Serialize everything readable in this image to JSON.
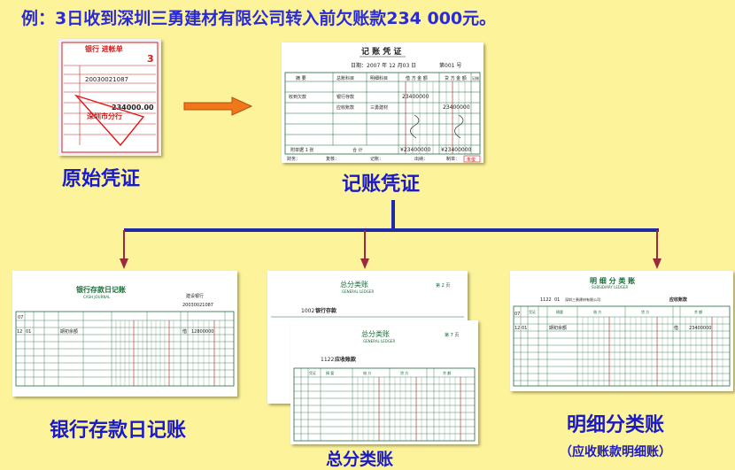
{
  "heading": "例：3日收到深圳三勇建材有限公司转入前欠账款234 000元。",
  "captions": {
    "original_voucher": "原始凭证",
    "accounting_voucher": "记账凭证",
    "bank_journal": "银行存款日记账",
    "general_ledger": "总分类账",
    "subsidiary_ledger": "明细分类账",
    "subsidiary_note": "（应收账款明细账）"
  },
  "original_doc": {
    "title": "银行 进帐单",
    "number": "3",
    "account_no": "20030021087",
    "amount": "234000.00",
    "stamp": "深圳市分行"
  },
  "voucher": {
    "title": "记  账  凭  证",
    "date_line": "日期：2007 年 12 月03 日",
    "number": "第001 号",
    "col_summary": "摘    要",
    "col_general": "总账科目",
    "col_detail": "明细科目",
    "col_debit": "借 方 金 额",
    "col_credit": "贷 方 金 额",
    "col_post": "记账",
    "row1_summary": "收到欠款",
    "row1_account": "银行存款",
    "row1_amount": "23400000",
    "row2_account": "应收账款",
    "row2_detail": "三勇建材",
    "row2_amount": "23400000",
    "attach": "附单据 1  张",
    "total_label": "合      计",
    "total_debit": "¥23400000",
    "total_credit": "¥23400000",
    "footer_a": "财务：",
    "footer_b": "复核：",
    "footer_c": "记账：",
    "footer_d": "出纳：",
    "footer_e": "制单：",
    "footer_stamp": "朱俊"
  },
  "bank_journal": {
    "title": "银行存款日记账",
    "subtitle": "CASH JOURNAL",
    "bank_label": "建设银行",
    "account_no": "20030021087",
    "year": "07",
    "month": "12",
    "day": "01",
    "summary": "期初余额",
    "dir": "借",
    "balance": "12800000"
  },
  "general_ledger_1": {
    "title": "总分类账",
    "subtitle": "GENERAL LEDGER",
    "page": "第 2 页",
    "account_code": "1002",
    "account_name": "银行存款"
  },
  "general_ledger_2": {
    "title": "总分类账",
    "subtitle": "GENERAL LEDGER",
    "page": "第 7 页",
    "account_code": "1122",
    "account_name": "应收账款",
    "col_voucher": "凭证",
    "col_summary": "摘  要",
    "col_debit": "借  方",
    "col_credit": "贷  方",
    "col_balance": "余  额"
  },
  "subsidiary": {
    "title": "明 细 分 类 账",
    "subtitle": "SUBSIDIARY LEDGER",
    "account_code": "1122",
    "account_code_suffix": "01",
    "company": "深圳三勇建材有限公司",
    "account_name": "应收账款",
    "col_voucher": "凭证",
    "col_summary": "摘要",
    "col_debit": "借  方",
    "col_credit": "贷  方",
    "col_balance": "余  额",
    "year": "07",
    "month": "12",
    "day": "01",
    "summary": "期初余额",
    "dir": "借",
    "balance": "23400000"
  },
  "colors": {
    "heading": "#2a2ad8",
    "caption": "#1a1ac8",
    "arrow_orange": "#f07818",
    "connector_blue": "#1e2aa8",
    "arrow_maroon": "#9c2a3a",
    "ledger_green": "#1d6b3a",
    "red": "#d01818"
  }
}
